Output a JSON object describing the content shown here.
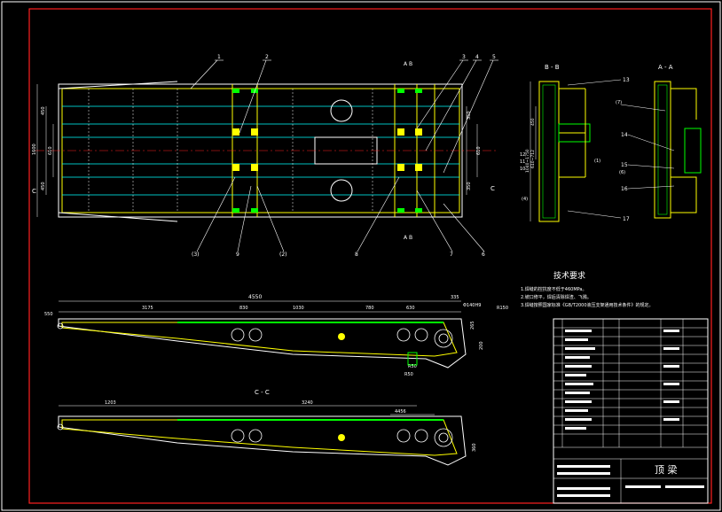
{
  "colors": {
    "background": "#000000",
    "border": "#ff2020",
    "outline": "#ffff00",
    "centerline": "#00ffff",
    "dimension": "#ffffff",
    "hatch": "#00ff00",
    "weld": "#ff40ff"
  },
  "plan_view": {
    "section_mark_left": "C",
    "section_mark_right": "C",
    "section_ab": "A  B",
    "section_ab_bottom": "A  B",
    "dims_left": [
      "1600",
      "450",
      "610",
      "450"
    ],
    "dims_right": [
      "350",
      "610",
      "350"
    ],
    "balloons_top": [
      "1",
      "2",
      "3",
      "4",
      "5"
    ],
    "balloons_bottom": [
      "(3)",
      "9",
      "(2)",
      "8",
      "7",
      "6"
    ]
  },
  "section_bb": {
    "title": "B - B",
    "dims": [
      "1040~1750",
      "450",
      "610~712"
    ],
    "small_labels": [
      "12",
      "11",
      "10"
    ],
    "tags": [
      "(1)",
      "(4)"
    ],
    "balloons": [
      "13",
      "17"
    ]
  },
  "section_aa": {
    "title": "A - A",
    "tags": [
      "(7)",
      "(6)"
    ],
    "balloons": [
      "14",
      "15",
      "16"
    ]
  },
  "tech_req": {
    "heading": "技术要求",
    "lines": [
      "1.焊缝的控抗度不低于460MPa。",
      "2.坡口修平，焊后清除焊渣、飞溅。",
      "3.焊缝按照国家标准《GB/T2000液压支架通用技术条件》的规定。"
    ]
  },
  "side_view": {
    "overall": "4550",
    "segments": [
      "3175",
      "830",
      "1030",
      "780",
      "630",
      "335"
    ],
    "left_dim": "550",
    "right_dim": "R150",
    "hole_note": "Φ140H9",
    "heights": [
      "200",
      "265"
    ],
    "notes": [
      "R50",
      "R50"
    ]
  },
  "section_cc": {
    "title": "C - C",
    "dims": [
      "1203",
      "3240",
      "4456"
    ],
    "right_dim": "360"
  },
  "title_block": {
    "name": "顶 梁"
  }
}
